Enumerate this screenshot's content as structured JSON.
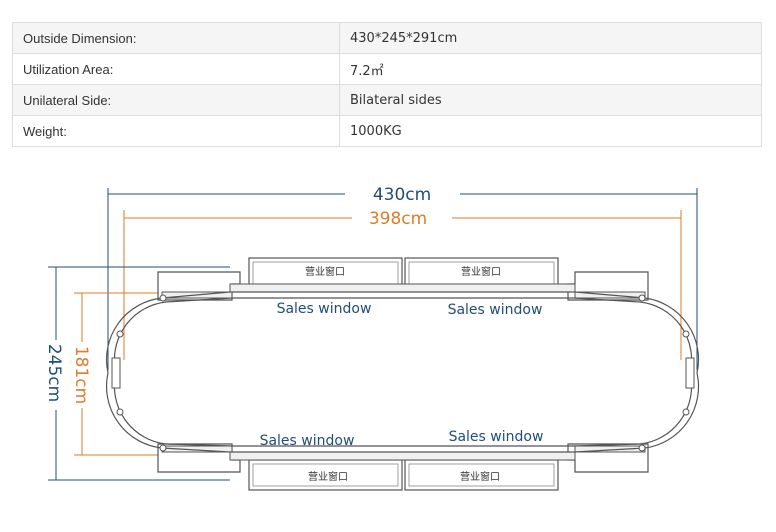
{
  "specs": [
    {
      "label": "Outside Dimension:",
      "value": "430*245*291cm"
    },
    {
      "label": "Utilization Area:",
      "value": "7.2㎡"
    },
    {
      "label": "Unilateral Side:",
      "value": "Bilateral sides"
    },
    {
      "label": "Weight:",
      "value": "1000KG"
    }
  ],
  "drawing": {
    "outer_width": "430cm",
    "inner_width": "398cm",
    "outer_height": "245cm",
    "inner_height": "181cm",
    "windows": [
      "Sales window",
      "Sales window",
      "Sales window",
      "Sales window"
    ],
    "cn_labels": [
      "营业窗口",
      "营业窗口",
      "营业窗口",
      "营业窗口"
    ],
    "colors": {
      "blue": "#1f4e79",
      "orange": "#e07b27",
      "line": "#555555"
    }
  }
}
